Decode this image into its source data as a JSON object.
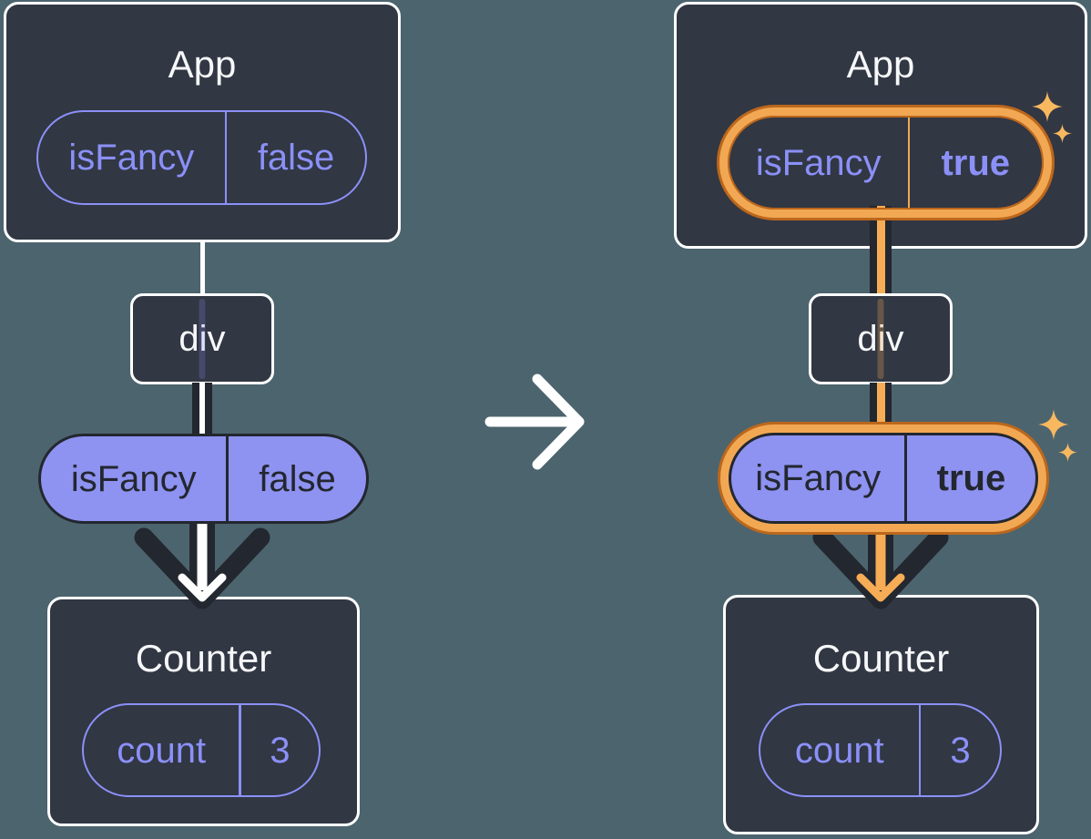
{
  "colors": {
    "background": "#4C646E",
    "card_background": "#313743",
    "card_border": "#FFFFFF",
    "purple": "#8B90F8",
    "purple_fill": "#8E92F0",
    "dark_ink": "#23272F",
    "orange_band": "#F2A853",
    "orange_edge": "#BC671C",
    "orange_core": "#F6AD55",
    "sparkle": "#F8B85F",
    "white": "#FFFFFF"
  },
  "icons": {
    "transition": "right-arrow-icon",
    "sparkle": "sparkle-icon"
  },
  "left": {
    "app": {
      "title": "App",
      "prop": {
        "name": "isFancy",
        "value": "false"
      }
    },
    "div_node": {
      "label": "div"
    },
    "passed_prop": {
      "name": "isFancy",
      "value": "false"
    },
    "counter": {
      "title": "Counter",
      "state": {
        "name": "count",
        "value": "3"
      }
    }
  },
  "right": {
    "app": {
      "title": "App",
      "prop": {
        "name": "isFancy",
        "value": "true"
      }
    },
    "div_node": {
      "label": "div"
    },
    "passed_prop": {
      "name": "isFancy",
      "value": "true"
    },
    "counter": {
      "title": "Counter",
      "state": {
        "name": "count",
        "value": "3"
      }
    }
  }
}
